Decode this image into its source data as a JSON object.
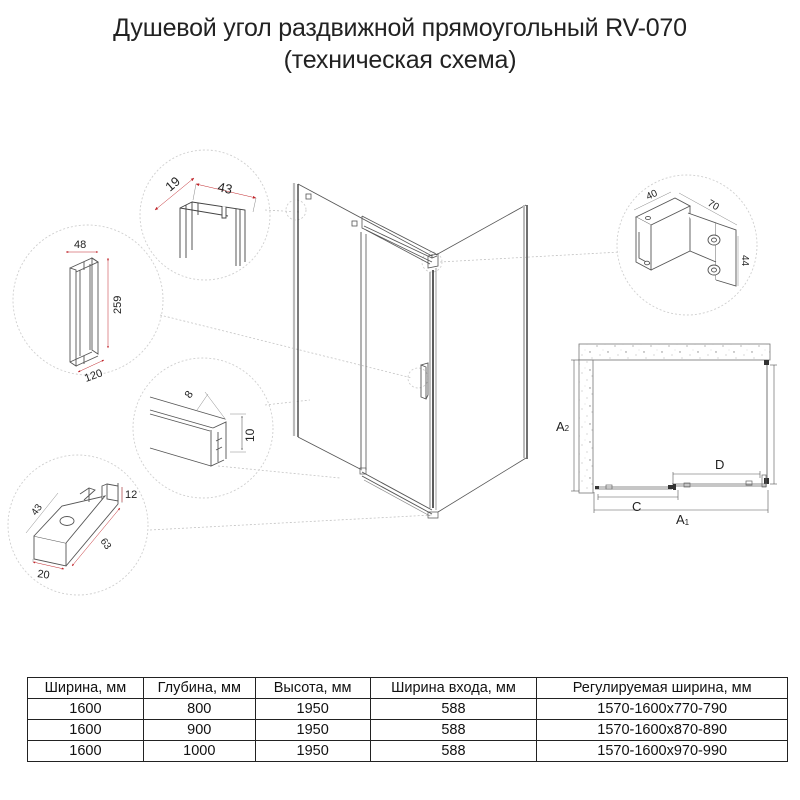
{
  "title": {
    "line1": "Душевой угол раздвижной прямоугольный RV-070",
    "line2": "(техническая схема)"
  },
  "details": {
    "profile": {
      "dim_depth": "19",
      "dim_width": "43"
    },
    "handle": {
      "dim_width": "48",
      "dim_height": "259",
      "dim_length": "120"
    },
    "rail": {
      "dim_width": "8",
      "dim_height": "10"
    },
    "bottom_guide": {
      "dim_height": "12",
      "dim_width": "43",
      "dim_length": "63",
      "dim_front": "20"
    },
    "wall_bracket": {
      "dim_width": "40",
      "dim_length": "70",
      "dim_height": "44"
    }
  },
  "plan": {
    "label_a2": "A",
    "label_a2_sub": "2",
    "label_a1": "A",
    "label_a1_sub": "1",
    "label_c": "C",
    "label_d": "D"
  },
  "colors": {
    "line": "#333333",
    "dim_arrow": "#c0252a",
    "leader": "#bbbbbb"
  },
  "table": {
    "headers": [
      "Ширина, мм",
      "Глубина, мм",
      "Высота, мм",
      "Ширина входа, мм",
      "Регулируемая ширина, мм"
    ],
    "rows": [
      [
        "1600",
        "800",
        "1950",
        "588",
        "1570-1600x770-790"
      ],
      [
        "1600",
        "900",
        "1950",
        "588",
        "1570-1600x870-890"
      ],
      [
        "1600",
        "1000",
        "1950",
        "588",
        "1570-1600x970-990"
      ]
    ]
  }
}
